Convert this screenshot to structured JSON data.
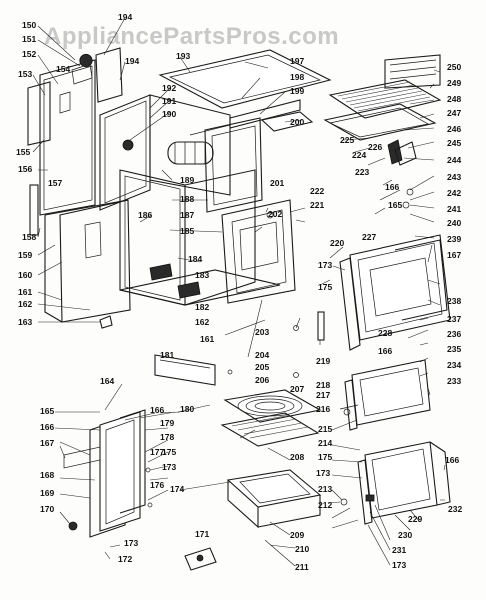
{
  "watermark": "AppliancePartsPros.com",
  "labels": {
    "l150": "150",
    "l151": "151",
    "l152": "152",
    "l153": "153",
    "l154": "154",
    "l155": "155",
    "l156": "156",
    "l157": "157",
    "l158": "158",
    "l159": "159",
    "l160": "160",
    "l161": "161",
    "l162": "162",
    "l163": "163",
    "l161b": "161",
    "l162b": "162",
    "l185": "185",
    "l186": "186",
    "l187": "187",
    "l188": "188",
    "l189": "189",
    "l190": "190",
    "l191": "191",
    "l192": "192",
    "l193": "193",
    "l194": "194",
    "l197": "197",
    "l198": "198",
    "l199": "199",
    "l200": "200",
    "l201": "201",
    "l202": "202",
    "l203": "203",
    "l204": "204",
    "l205": "205",
    "l206": "206",
    "l207": "207",
    "l181": "181",
    "l182": "182",
    "l183": "183",
    "l184": "184",
    "l164": "164",
    "l165": "165",
    "l166": "166",
    "l166b": "166",
    "l167": "167",
    "l168": "168",
    "l169": "169",
    "l170": "170",
    "l171": "171",
    "l172": "172",
    "l173": "173",
    "l174": "174",
    "l175": "175",
    "l176": "176",
    "l177": "177",
    "l178": "178",
    "l179": "179",
    "l180": "180",
    "l173b": "173",
    "l173c": "173",
    "l208": "208",
    "l209": "209",
    "l210": "210",
    "l211": "211",
    "l212": "212",
    "l213": "213",
    "l214": "214",
    "l215": "215",
    "l216": "216",
    "l217": "217",
    "l218": "218",
    "l219": "219",
    "l220": "220",
    "l221": "221",
    "l222": "222",
    "l223": "223",
    "l224": "224",
    "l225": "225",
    "l226": "226",
    "l227": "227",
    "l228": "228",
    "l229": "229",
    "l230": "230",
    "l231": "231",
    "l232": "232",
    "l233": "233",
    "l234": "234",
    "l235": "235",
    "l236": "236",
    "l237": "237",
    "l238": "238",
    "l239": "239",
    "l240": "240",
    "l241": "241",
    "l242": "242",
    "l243": "243",
    "l244": "244",
    "l245": "245",
    "l246": "246",
    "l247": "247",
    "l248": "248",
    "l249": "249",
    "l250": "250",
    "l165b": "165",
    "l166c": "166",
    "l166d": "166",
    "l167b": "167",
    "l173d": "173",
    "l173e": "173",
    "l175b": "175",
    "l175c": "175",
    "l173f": "173",
    "l166e": "166"
  }
}
